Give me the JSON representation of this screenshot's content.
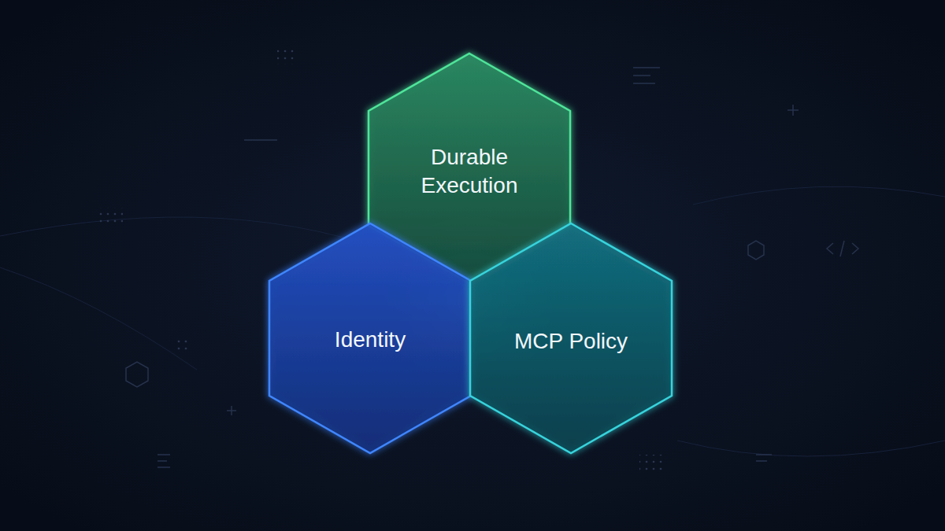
{
  "diagram": {
    "nodes": [
      {
        "text": [
          "Durable Execution"
        ]
      },
      {
        "text": [
          "Identity"
        ]
      },
      {
        "text": [
          "MCP Policy"
        ]
      }
    ]
  }
}
